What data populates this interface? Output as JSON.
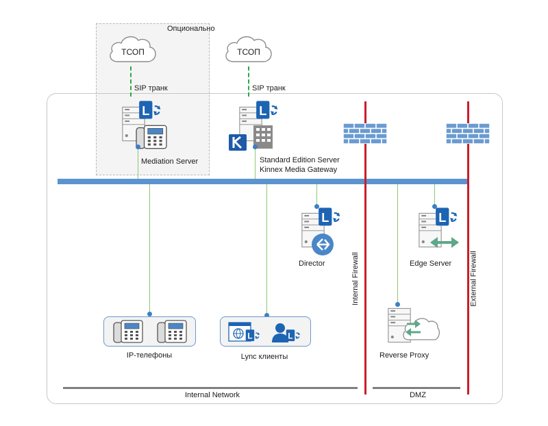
{
  "optional_zone": {
    "label": "Опционально"
  },
  "clouds": [
    {
      "label": "ТСОП"
    },
    {
      "label": "ТСОП"
    }
  ],
  "sip_trunks": [
    {
      "label": "SIP транк"
    },
    {
      "label": "SIP транк"
    }
  ],
  "servers": {
    "mediation": {
      "label": "Mediation Server"
    },
    "standard_edition": {
      "line1": "Standard Edition Server",
      "line2": "Kinnex Media Gateway"
    },
    "director": {
      "label": "Director"
    },
    "edge": {
      "label": "Edge Server"
    },
    "reverse_proxy": {
      "label": "Reverse Proxy"
    }
  },
  "endpoints": {
    "ip_phones": {
      "label": "IP-телефоны"
    },
    "lync_clients": {
      "label": "Lync клиенты"
    }
  },
  "firewalls": {
    "internal": {
      "label": "Internal Firewall"
    },
    "external": {
      "label": "External Firewall"
    }
  },
  "zones": {
    "internal_network": {
      "label": "Internal Network"
    },
    "dmz": {
      "label": "DMZ"
    }
  },
  "colors": {
    "backbone": "#5b93cf",
    "firewall_line": "#c81e2a",
    "firewall_brick": "#6a9bd0",
    "lync_blue": "#1d64b3",
    "link_green": "#8fc76e",
    "trunk_dash": "#2aa84a",
    "edge_arrow": "#5ea88a"
  }
}
